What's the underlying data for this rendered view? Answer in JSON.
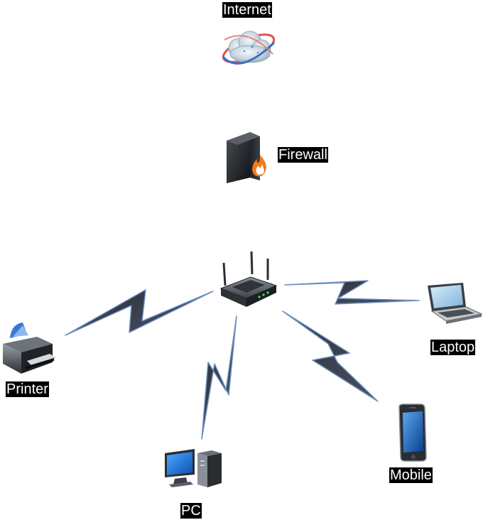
{
  "diagram": {
    "nodes": {
      "internet": {
        "label": "Internet",
        "icon": "cloud-globe-icon"
      },
      "firewall": {
        "label": "Firewall",
        "icon": "firewall-icon"
      },
      "router": {
        "label": "",
        "icon": "wireless-router-icon"
      },
      "printer": {
        "label": "Printer",
        "icon": "printer-icon"
      },
      "pc": {
        "label": "PC",
        "icon": "desktop-pc-icon"
      },
      "laptop": {
        "label": "Laptop",
        "icon": "laptop-icon"
      },
      "mobile": {
        "label": "Mobile",
        "icon": "mobile-phone-icon"
      }
    },
    "links": [
      {
        "from": "router",
        "to": "printer",
        "style": "wireless-lightning"
      },
      {
        "from": "router",
        "to": "pc",
        "style": "wireless-lightning"
      },
      {
        "from": "router",
        "to": "laptop",
        "style": "wireless-lightning"
      },
      {
        "from": "router",
        "to": "mobile",
        "style": "wireless-lightning"
      }
    ],
    "colors": {
      "link_fill": "#3a3f4c",
      "link_edge": "#6c8ebf",
      "label_bg": "#000000",
      "label_text": "#ffffff"
    }
  }
}
